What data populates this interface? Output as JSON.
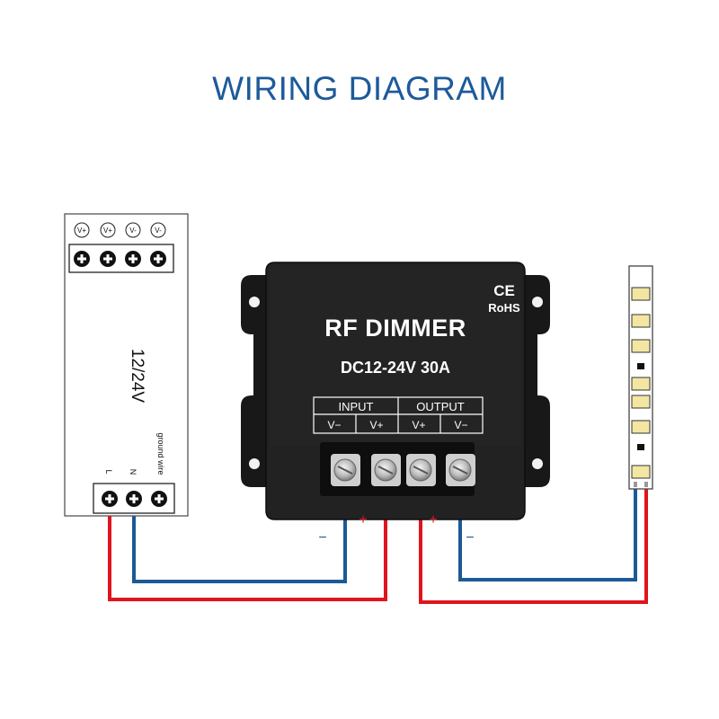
{
  "title": "WIRING DIAGRAM",
  "power_supply": {
    "top_terminals": [
      "V+",
      "V+",
      "V-",
      "V-"
    ],
    "voltage": "12/24V",
    "bottom_labels": [
      "L",
      "N",
      "ground wire"
    ]
  },
  "dimmer": {
    "name": "RF DIMMER",
    "rating": "DC12-24V 30A",
    "ce": "CE",
    "rohs": "RoHS",
    "input_label": "INPUT",
    "output_label": "OUTPUT",
    "terminals": [
      "V−",
      "V+",
      "V+",
      "V−"
    ]
  },
  "wire_signs": [
    "−",
    "+",
    "+",
    "−"
  ],
  "colors": {
    "title": "#1d5a9a",
    "positive_wire": "#e0141e",
    "negative_wire": "#1a5a96",
    "dimmer_body": "#1e1e1e",
    "led": "#f3e6a2"
  }
}
